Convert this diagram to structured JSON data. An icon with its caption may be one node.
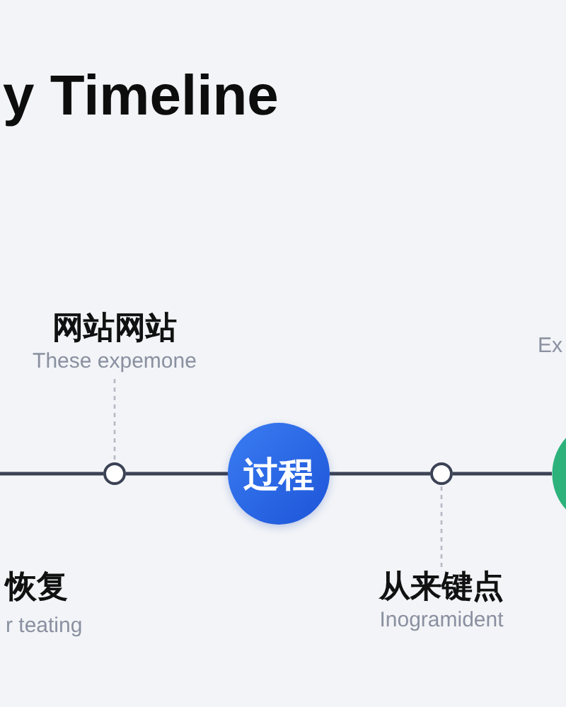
{
  "diagram": {
    "title": "y Timeline",
    "nodes": [
      {
        "text": [
          "网站网站",
          "These expemone"
        ]
      },
      {
        "text": [],
        "shape": "circle"
      },
      {
        "text": [
          "过程"
        ]
      },
      {
        "text": [],
        "shape": "circle"
      },
      {
        "text": [
          "从来键点",
          "Inogramident"
        ]
      },
      {
        "text": [],
        "shape": "circle"
      }
    ],
    "edges": [
      {
        "from": null,
        "to": 1,
        "arrow": "none"
      },
      {
        "from": 1,
        "to": 2,
        "arrow": "none"
      },
      {
        "from": 2,
        "to": 3,
        "arrow": "none"
      },
      {
        "from": 3,
        "to": 5,
        "arrow": "none"
      },
      {
        "from": 0,
        "to": 1,
        "arrow": "none",
        "style": "dashed",
        "color": "#b4b9c4"
      },
      {
        "from": 4,
        "to": 3,
        "arrow": "none",
        "style": "dashed",
        "color": "#b4b9c4"
      }
    ],
    "labels": [
      "恢复",
      "r teating",
      "Ex"
    ]
  }
}
